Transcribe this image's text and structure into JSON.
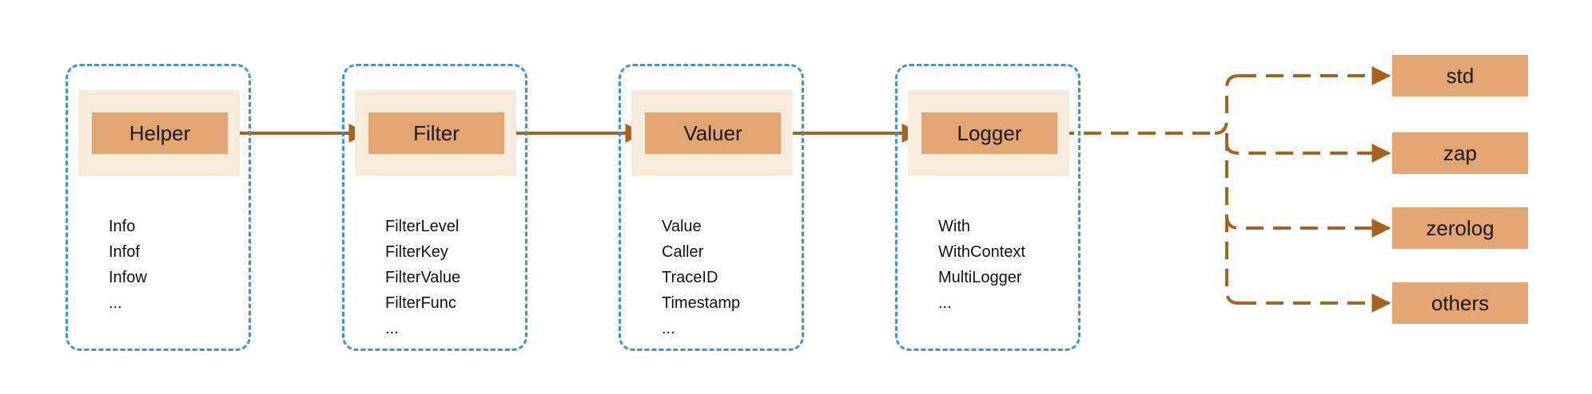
{
  "stages": [
    {
      "name": "Helper",
      "methods": [
        "Info",
        "Infof",
        "Infow",
        "..."
      ]
    },
    {
      "name": "Filter",
      "methods": [
        "FilterLevel",
        "FilterKey",
        "FilterValue",
        "FilterFunc",
        "..."
      ]
    },
    {
      "name": "Valuer",
      "methods": [
        "Value",
        "Caller",
        "TraceID",
        "Timestamp",
        "..."
      ]
    },
    {
      "name": "Logger",
      "methods": [
        "With",
        "WithContext",
        "MultiLogger",
        "..."
      ]
    }
  ],
  "backends": [
    "std",
    "zap",
    "zerolog",
    "others"
  ],
  "colors": {
    "group_border": "#3a93e0",
    "node_fill": "#e2a572",
    "band_fill": "#f7ebdb",
    "arrow": "#a8621e"
  }
}
